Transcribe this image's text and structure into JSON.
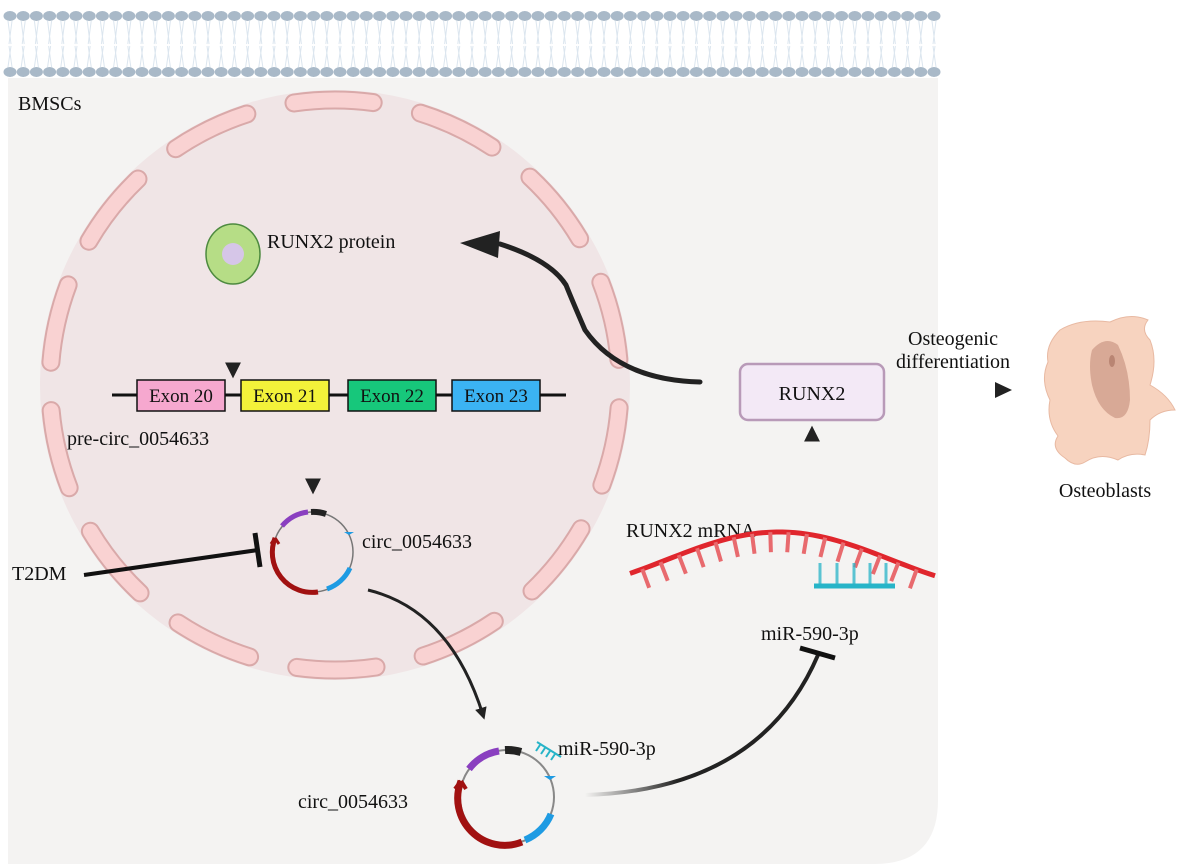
{
  "figure": {
    "cell_label": "BMSCs",
    "protein": {
      "label": "RUNX2 protein"
    },
    "gene": {
      "label": "pre-circ_0054633",
      "exons": [
        {
          "label": "Exon 20",
          "color": "#f6a8cf"
        },
        {
          "label": "Exon 21",
          "color": "#f3f23a"
        },
        {
          "label": "Exon 22",
          "color": "#17c77b"
        },
        {
          "label": "Exon 23",
          "color": "#3bb3f3"
        }
      ]
    },
    "circ_nuclear": {
      "label": "circ_0054633"
    },
    "circ_cytoplasm": {
      "label": "circ_0054633",
      "bound_mirna_label": "miR-590-3p"
    },
    "inhibitor": {
      "label": "T2DM"
    },
    "runx2_box": {
      "label": "RUNX2"
    },
    "mrna": {
      "label": "RUNX2 mRNA",
      "mirna_label": "miR-590-3p"
    },
    "differentiation": {
      "line1": "Osteogenic",
      "line2": "differentiation"
    },
    "osteoblast": {
      "label": "Osteoblasts"
    }
  },
  "colors": {
    "membrane_head": "#a9b9c8",
    "cell_bg": "#f4f3f2",
    "nucleus_bg": "#f0e5e6",
    "nuclear_envelope": "#f9d2d2",
    "mrna": "#e0262d",
    "mirna": "#27b4c8",
    "circ_red": "#a11111",
    "circ_blue": "#1e9be3",
    "circ_purple": "#8a3fc0",
    "runx2_box_fill": "#f3e9f6",
    "runx2_box_border": "#b89ab8",
    "osteoblast_body": "#f7d3bf",
    "osteoblast_nucleus": "#d8a996"
  }
}
